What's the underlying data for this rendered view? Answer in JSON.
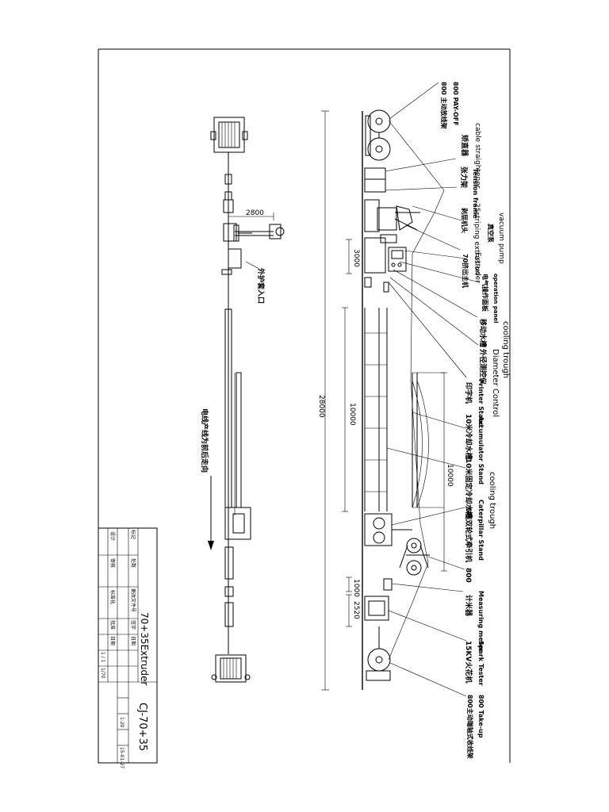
{
  "drawing": {
    "title": "70+35Extruder",
    "code": "CJ-70+35",
    "entrance_label": "外护套入口",
    "direction_label": "电线产线为前后走向",
    "title_block": {
      "scale": "1:20",
      "sheets": "1 / 1",
      "sheet_no": "1/70",
      "date": "15-01-27",
      "row_labels": [
        "设计",
        "审核",
        "标准化",
        "批准",
        "日期"
      ],
      "col_labels": [
        "标记",
        "处数",
        "更改文件号",
        "签字",
        "日期"
      ]
    }
  },
  "dimensions": {
    "d2800_top": "2800",
    "d3000": "3000",
    "d28000": "28000",
    "d10000_a": "10000",
    "d10000_b": "10000",
    "d1000": "1000",
    "d2520": "2520"
  },
  "callouts": {
    "c1_en": "800 PAY-OFF",
    "c1_cn": "800 主动放线架",
    "c2_en": "cable straightener",
    "c2_cn": "矫直器",
    "c3_en": "Tension frame",
    "c3_cn": "张力架",
    "c4_en": "25striping extrusion",
    "c4_cn": "剥层机头",
    "c5_en": "vacuum pump",
    "c5_cn": "真空泵",
    "c6_en": "Extruder",
    "c6_cn": "70挤出主机",
    "c7_en": "operation panel",
    "c7_cn": "电气操作面板",
    "c8_en": "cooling trough",
    "c8_cn": "移动水槽",
    "c9_en": "Diameter Control",
    "c9_cn": "外径测控仪",
    "c10_en": "Printer Stand",
    "c10_cn": "印字机",
    "c11_en": "Accumulator Stand",
    "c11_cn": "10米冷却水槽",
    "c12_en": "cooling trough",
    "c12_cn": "10米固定冷却水槽",
    "c13_en": "Caterpillar Stand",
    "c13_cn": "5吨双轮式牵引机",
    "c14_en": "800",
    "c15_en": "Measuring meter",
    "c15_cn": "计米器",
    "c16_en": "Spark Tester",
    "c16_cn": "15KV火花机",
    "c17_en": "800 Take-up",
    "c17_cn": "800主动端轴式收线架"
  }
}
